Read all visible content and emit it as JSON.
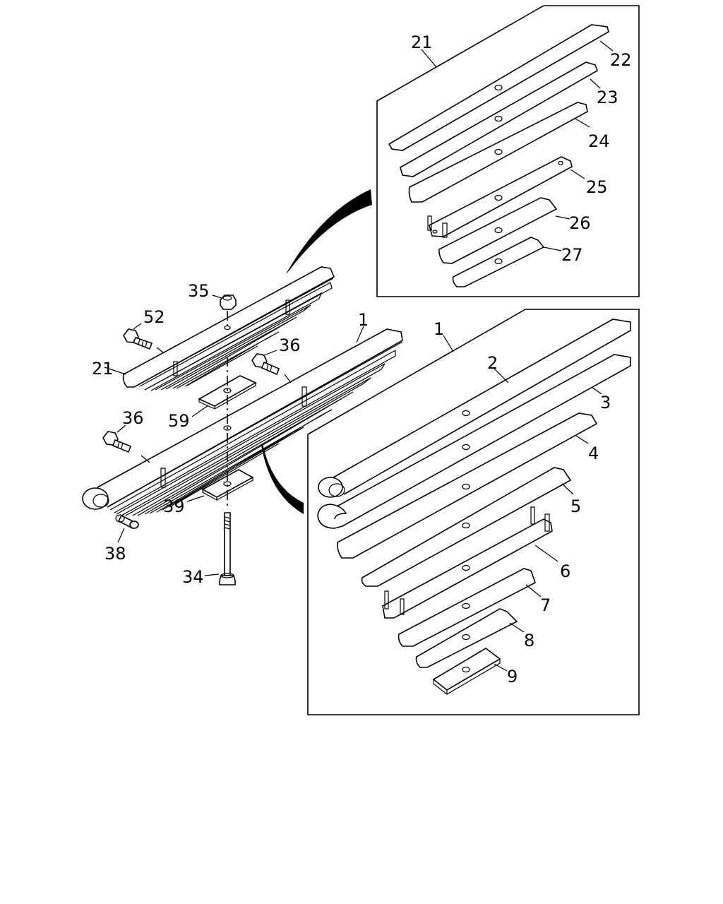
{
  "callouts": {
    "c1": "1",
    "c2": "2",
    "c3": "3",
    "c4": "4",
    "c5": "5",
    "c6": "6",
    "c7": "7",
    "c8": "8",
    "c9": "9",
    "c21": "21",
    "c22": "22",
    "c23": "23",
    "c24": "24",
    "c25": "25",
    "c26": "26",
    "c27": "27",
    "c34": "34",
    "c35": "35",
    "c36": "36",
    "c38": "38",
    "c39": "39",
    "c52": "52",
    "c59": "59"
  },
  "colors": {
    "line": "#000000",
    "background": "#ffffff"
  }
}
